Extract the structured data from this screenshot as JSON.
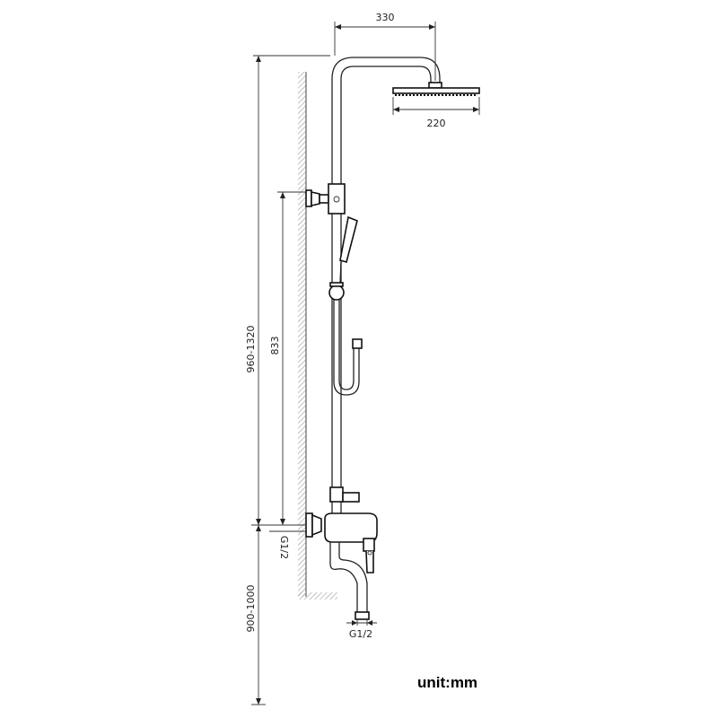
{
  "dimensions": {
    "arm_length": "330",
    "head_diameter": "220",
    "total_height": "960-1320",
    "mount_spacing": "833",
    "inlet_thread": "G1/2",
    "install_height": "900-1000",
    "spout_thread": "G1/2"
  },
  "unit_label": "unit:mm",
  "colors": {
    "line": "#222222",
    "wall_hatch": "#999999",
    "background": "#ffffff"
  }
}
